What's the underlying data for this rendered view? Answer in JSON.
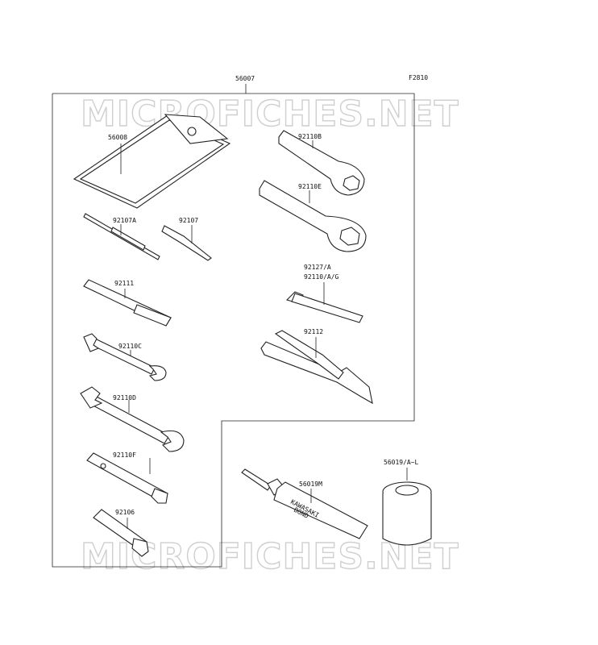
{
  "figure_code": "F2810",
  "kit_number": "56007",
  "watermark": "MICROFICHES.NET",
  "parts": {
    "tool_bag": "56008",
    "screwdriver_a": "92107A",
    "screwdriver": "92107",
    "handle": "92111",
    "wrench_c": "92110C",
    "wrench_d": "92110D",
    "socket_f": "92110F",
    "plug_wrench": "92106",
    "ring_wrench_b": "92110B",
    "ring_wrench_e": "92110E",
    "hex_key_1": "92127/A",
    "hex_key_2": "92110/A/G",
    "pliers": "92112",
    "bond_tube": "56019M",
    "bond_can": "56019/A~L"
  },
  "tube_text": {
    "line1": "KAWASAKI",
    "line2": "BOND"
  }
}
